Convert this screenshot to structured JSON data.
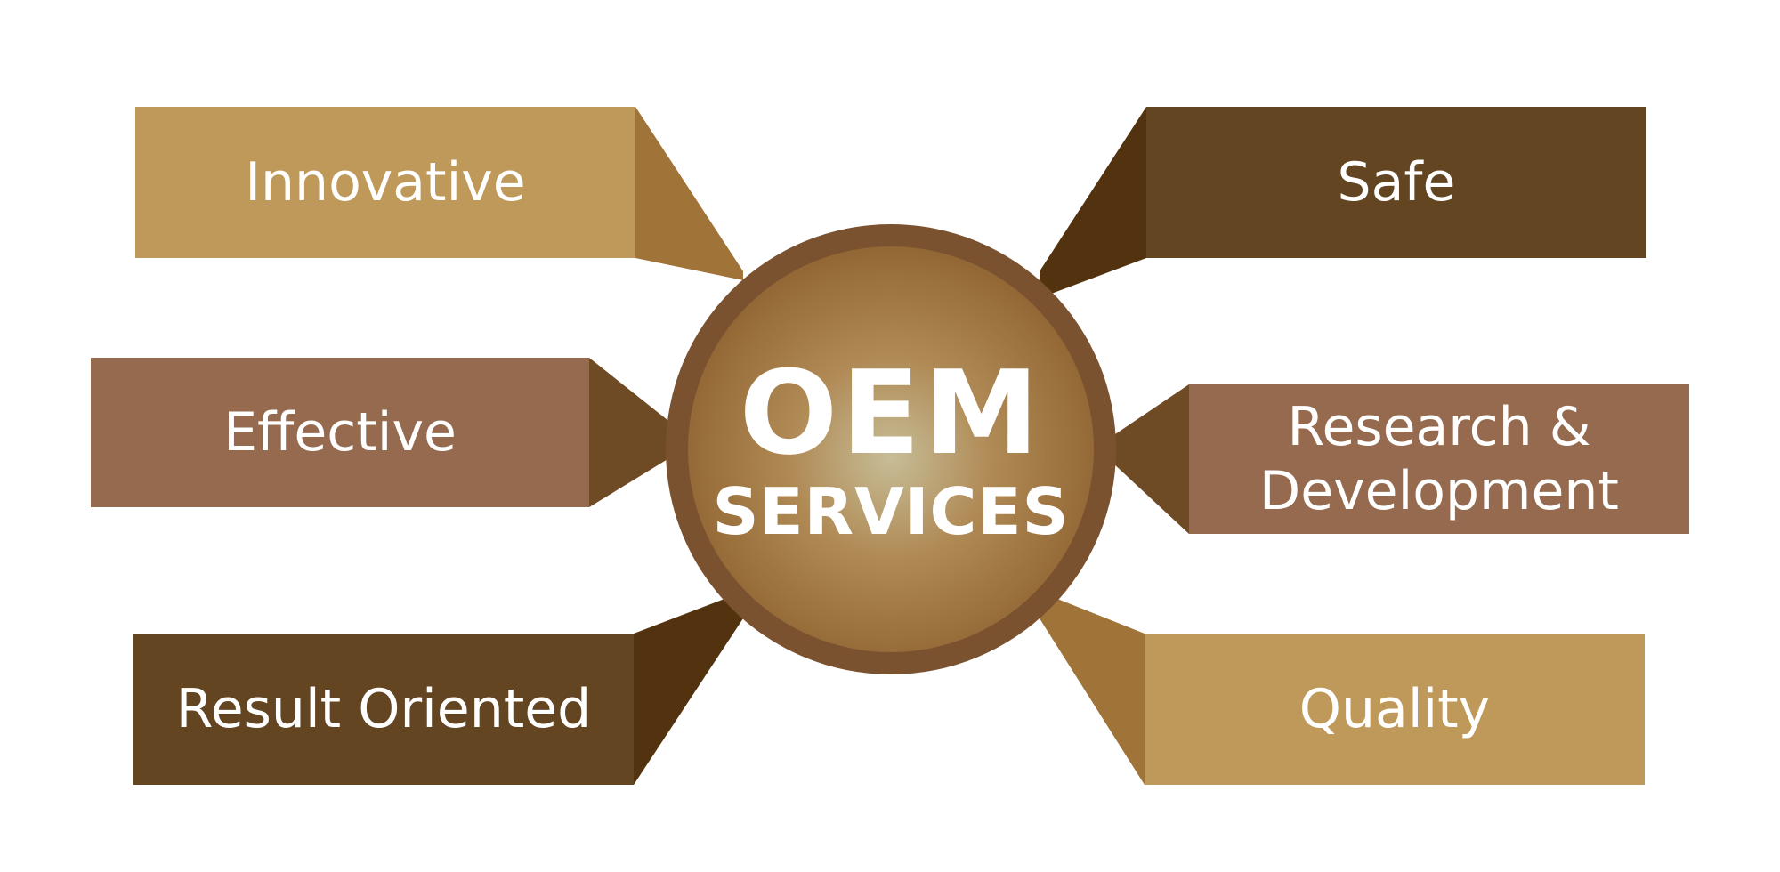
{
  "center": {
    "title": "OEM",
    "subtitle": "SERVICES"
  },
  "left_items": [
    {
      "label": "Innovative"
    },
    {
      "label": "Effective"
    },
    {
      "label": "Result Oriented"
    }
  ],
  "right_items": [
    {
      "label": "Safe"
    },
    {
      "label": "Research & Development"
    },
    {
      "label": "Quality"
    }
  ],
  "colors": {
    "light_tan": "#bf995a",
    "light_tan_side": "#a07338",
    "medium_brown": "#956a4e",
    "medium_brown_side": "#6e4a25",
    "dark_brown": "#634522",
    "dark_brown_side": "#53330f",
    "ring": "#7a5230"
  }
}
